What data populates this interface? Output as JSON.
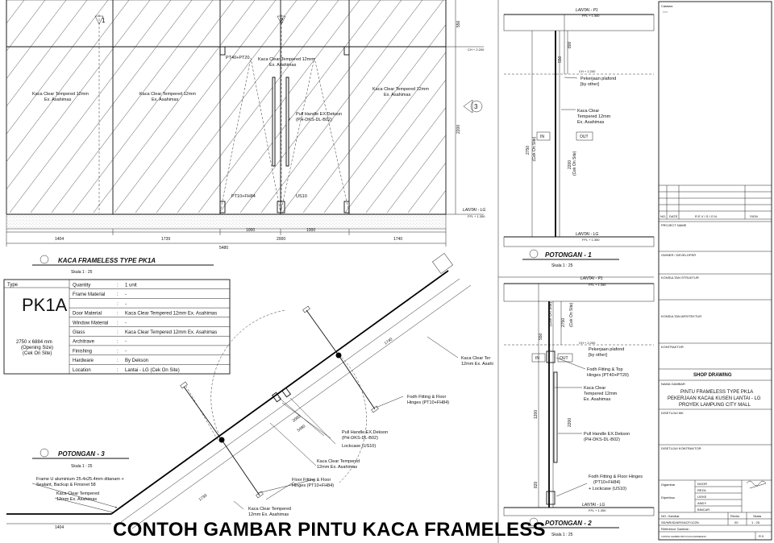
{
  "elevation": {
    "title": "KACA FRAMELESS TYPE PK1A",
    "skala": "Skala   1 : 25",
    "section_markers": [
      "1",
      "2",
      "3"
    ],
    "glass_labels": [
      "Kaca Clear  Tempered 12mm",
      "Ex. Asahimas"
    ],
    "door_glass_label": [
      "Kaca Clear  Tempered 12mm",
      "Ex. Asahimas"
    ],
    "hinge_top": "PT40+PT20",
    "hinge_bottom": "PT10+FH84",
    "handle_label": [
      "Pull Handle EX.Dekson",
      "(PH-DKS-DL-B02)"
    ],
    "lock_label": "US10",
    "ch_label": "CH + 2.200",
    "lantai_lg": "LANTAI - LG",
    "ffl_lg": "FFL + 1.350",
    "dim_right": [
      "550",
      "2200"
    ],
    "dims_bottom": [
      "1404",
      "1739",
      "2000",
      "1740"
    ],
    "dims_door": [
      "1000",
      "1000"
    ],
    "dim_total": "5480"
  },
  "spec_table": {
    "type_label": "Type",
    "type_code": "PK1A",
    "size": [
      "2750 x 6884 mm",
      "(Opening Size)",
      "(Cek On Site)"
    ],
    "rows": [
      {
        "label": "Quantity",
        "value": "1 unit"
      },
      {
        "label": "Frame Material",
        "value": "-"
      },
      {
        "label": "",
        "value": "-"
      },
      {
        "label": "Door Material",
        "value": "Kaca Clear  Tempered 12mm Ex. Asahimas"
      },
      {
        "label": "Window Material",
        "value": "-"
      },
      {
        "label": "Glass",
        "value": "Kaca Clear  Tempered 12mm Ex. Asahimas"
      },
      {
        "label": "Architrave",
        "value": "-"
      },
      {
        "label": "Finishing",
        "value": "-"
      },
      {
        "label": "Hardware",
        "value": "By Dekson"
      },
      {
        "label": "Location",
        "value": "Lantai - LG (Cek On Site)"
      }
    ],
    "colon": ":"
  },
  "potongan3": {
    "title": "POTONGAN - 3",
    "skala": "Skala   1 : 25",
    "frame_note": [
      "Frame U aluminium 25.4x25.4mm ditanam +",
      "Sealant, Backup & Finisnet 58"
    ],
    "glass_left": [
      "Kaca Clear  Tempered",
      "12mm Ex. Asahimas"
    ],
    "glass_right": [
      "Kaca Clear  Ter",
      "12mm Ex. Asahi"
    ],
    "floor_hinge_1": [
      "Floor Fitting & Floor",
      "Hinges (PT10+FH84)"
    ],
    "floor_hinge_2": [
      "Fodh Fitting & Floor",
      "Hinges (PT10+FH84)"
    ],
    "handle": [
      "Pull Handle EX.Dekson",
      "(PH-DKS-DL-B02)"
    ],
    "lockcase": "Lockcase (US10)",
    "glass_mid": [
      "Kaca Clear  Tempered",
      "12mm Ex. Asahimas"
    ],
    "glass_bot": [
      "Kaca Clear  Tempered",
      "12mm Ex. Asahimas"
    ],
    "dims": [
      "1404",
      "1739",
      "5480",
      "2000",
      "1740"
    ]
  },
  "potongan1": {
    "title": "POTONGAN - 1",
    "skala": "Skala   1 : 25",
    "lantai_p1": "LANTAI - P1",
    "ffl_p1": "FFL + 1.350",
    "ch": "CH + 2.200",
    "plafond": [
      "Pekerjaan plafond",
      "[by other]"
    ],
    "glass": [
      "Kaca Clear",
      "Tempered 12mm",
      "Ex. Asahimas"
    ],
    "in": "IN",
    "out": "OUT",
    "dims": [
      "800",
      "550",
      "2750",
      "(Cek On Site)",
      "2200",
      "(Cek On Site)"
    ],
    "lantai_lg": "LANTAI - LG",
    "ffl_lg": "FFL + 1.350"
  },
  "potongan2": {
    "title": "POTONGAN - 2",
    "skala": "Skala   1 : 25",
    "lantai_p1": "LANTAI - P1",
    "ffl_p1": "FFL + 1.350",
    "ch": "CH + 2.200",
    "plafond": [
      "Pekerjaan plafond",
      "[by other]"
    ],
    "top_hinge": [
      "Fodh Fitting & Top",
      "Hinges (PT40+PT20)"
    ],
    "glass": [
      "Kaca Clear",
      "Tempered 12mm",
      "Ex. Asahimas"
    ],
    "handle": [
      "Pull Handle EX.Dekson",
      "(PH-DKS-DL-B02)"
    ],
    "floor": [
      "Fodh Fitting & Floor Hinges",
      "(PT10+FH84)",
      "+ Lockcase (US10)"
    ],
    "in": "IN",
    "out": "OUT",
    "dims": [
      "550",
      "(Cek On Site)",
      "2750",
      "(Cek On Site)",
      "1200",
      "2200",
      "820"
    ],
    "lantai_lg": "LANTAI - LG",
    "ffl_lg": "FFL + 1.350"
  },
  "title_block": {
    "catatan": "Catatan:",
    "catatan_sub": "ketr",
    "revision_header": [
      "NO.",
      "DATE",
      "R E V I S I O N",
      "SIGN"
    ],
    "project_name": "PROJECT NAME",
    "owner": "OWNER / DEVELOPER",
    "konsultan_struktur": "KONSULTAN STRUKTUR",
    "konsultan_arsitektur": "KONSULTAN ARSITEKTUR",
    "kontraktor": "KONTRAKTOR",
    "shop_drawing": "SHOP DRAWING",
    "nama_gambar": "NAMA GAMBAR",
    "drawing_title": [
      "PINTU FRAMELESS TYPE PK1A",
      "PEKERJAAN KACA& KUSEN LANTAI - LG",
      "PROYEK LAMPUNG CITY MALL"
    ],
    "disetujui_mk": "DISETUJUI MK",
    "disetujui_kontraktor": "DISETUJUI KONTRAKTOR",
    "drawn_by_label": "Digambar",
    "checked_by_label": "Diperiksa",
    "names": [
      "NOOR",
      "REZA",
      "LIEKE",
      "ANDY",
      "BINCAR"
    ],
    "no_gambar_label": "NO. Gambar",
    "revisi_label": "Revisi",
    "skala_label": "Skala",
    "no_gambar": "SD/NR/ID/ARS/ACF/122N",
    "revisi": "00",
    "skala": "1 : 25",
    "reference_label": "Reference Gambar :",
    "reference": "CONTOH GAMBAR PINTU KACA FRAMELESS",
    "sheet": "R.0"
  },
  "caption": "CONTOH GAMBAR PINTU KACA FRAMELESS"
}
